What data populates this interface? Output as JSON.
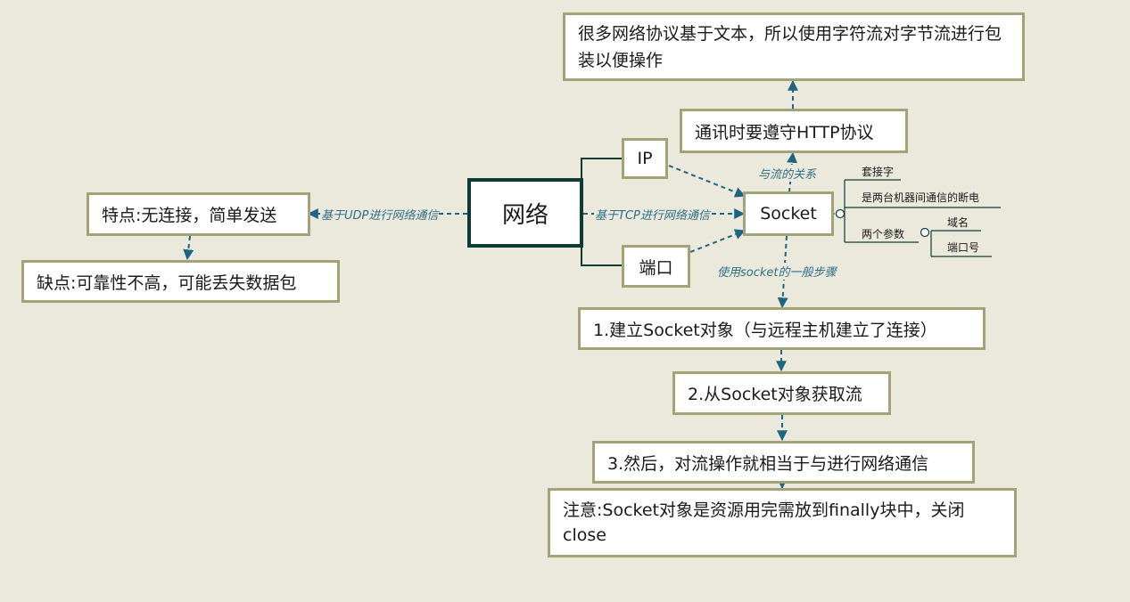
{
  "nodes": {
    "root": "网络",
    "ip": "IP",
    "port": "端口",
    "socket": "Socket",
    "udp_feature": "特点:无连接，简单发送",
    "udp_drawback": "缺点:可靠性不高，可能丢失数据包",
    "http": "通讯时要遵守HTTP协议",
    "text_protocol": "很多网络协议基于文本，所以使用字符流对字节流进行包装以便操作",
    "step1": "1.建立Socket对象（与远程主机建立了连接）",
    "step2": "2.从Socket对象获取流",
    "step3": "3.然后，对流操作就相当于与进行网络通信",
    "note": "注意:Socket对象是资源用完需放到finally块中，关闭close"
  },
  "edge_labels": {
    "udp": "基于UDP进行网络通信",
    "tcp": "基于TCP进行网络通信",
    "stream_relation": "与流的关系",
    "usage_steps": "使用socket的一般步骤"
  },
  "socket_details": {
    "alias": "套接字",
    "desc": "是两台机器间通信的断电",
    "params_label": "两个参数",
    "params": [
      "域名",
      "端口号"
    ]
  },
  "colors": {
    "background": "#ebe8dc",
    "box_border": "#a3a377",
    "root_border": "#0f3b35",
    "arrow": "#1d6580",
    "tree_line": "#0f3b35"
  }
}
